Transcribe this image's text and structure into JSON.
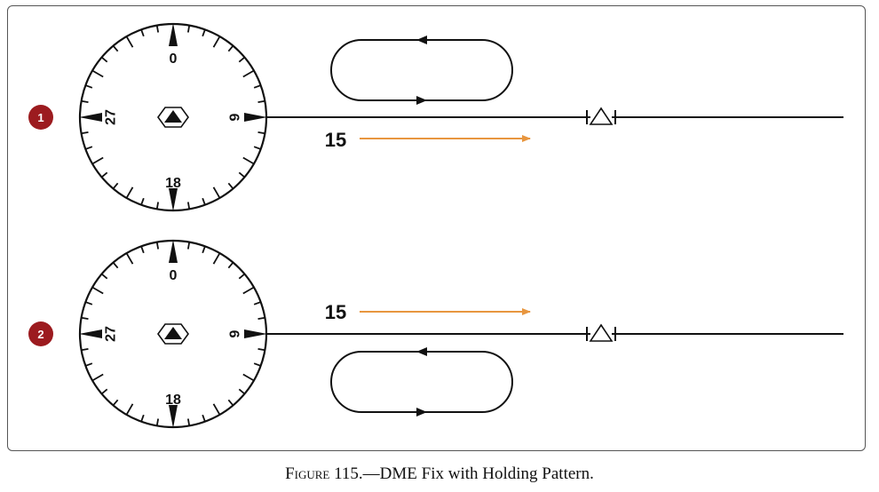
{
  "colors": {
    "badge": "#9c1b1f",
    "arrow": "#e8963f",
    "line": "#111111"
  },
  "panels": [
    {
      "badge": "1",
      "dial": {
        "north": "0",
        "east": "9",
        "south": "18",
        "west": "27"
      },
      "distance": {
        "value": "15"
      },
      "holding_side": "above"
    },
    {
      "badge": "2",
      "dial": {
        "north": "0",
        "east": "9",
        "south": "18",
        "west": "27"
      },
      "distance": {
        "value": "15"
      },
      "holding_side": "below"
    }
  ],
  "caption": {
    "figure_label": "Figure",
    "figure_text": "115.—DME Fix with Holding Pattern."
  }
}
